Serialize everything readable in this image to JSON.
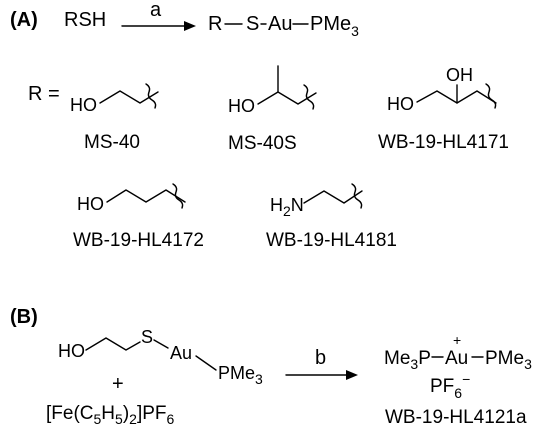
{
  "panel_a": {
    "label": "(A)",
    "reactant": "RSH",
    "reagent": "a",
    "product": {
      "r": "R",
      "s": "S",
      "au": "Au",
      "p": "PMe",
      "sub": "3"
    },
    "r_equals": "R =",
    "compounds": [
      {
        "name": "MS-40",
        "group": "HO"
      },
      {
        "name": "MS-40S",
        "group": "HO"
      },
      {
        "name": "WB-19-HL4171",
        "group1": "OH",
        "group2": "HO"
      },
      {
        "name": "WB-19-HL4172",
        "group": "HO"
      },
      {
        "name": "WB-19-HL4181",
        "group": "H",
        "sub": "2",
        "group_end": "N"
      }
    ]
  },
  "panel_b": {
    "label": "(B)",
    "reactant1": {
      "ho": "HO",
      "s": "S",
      "au": "Au",
      "p": "PMe",
      "sub": "3"
    },
    "plus": "+",
    "reactant2": {
      "pre": "[Fe(C",
      "s1": "5",
      "mid": "H",
      "s2": "5",
      "post": ")",
      "s3": "2",
      "end": "]PF",
      "s4": "6"
    },
    "reagent": "b",
    "product": {
      "left": "Me",
      "sub1": "3",
      "p1": "P",
      "au": "Au",
      "p2": "PMe",
      "sub2": "3",
      "charge": "+",
      "anion": "PF",
      "anion_sub": "6",
      "anion_charge": "−"
    },
    "product_name": "WB-19-HL4121a"
  }
}
